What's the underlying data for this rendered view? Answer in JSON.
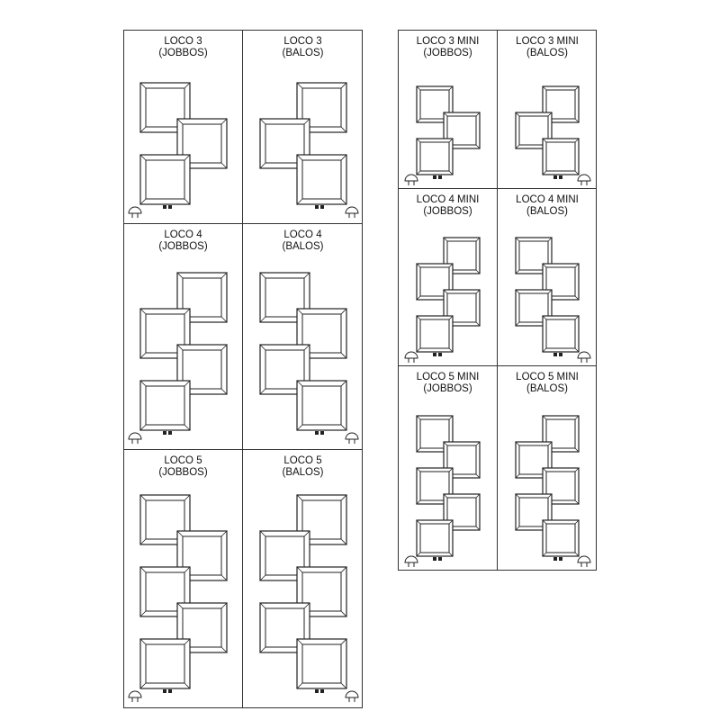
{
  "standard": {
    "cells": [
      {
        "name": "LOCO 3",
        "variant": "(JOBBOS)"
      },
      {
        "name": "LOCO 3",
        "variant": "(BALOS)"
      },
      {
        "name": "LOCO 4",
        "variant": "(JOBBOS)"
      },
      {
        "name": "LOCO 4",
        "variant": "(BALOS)"
      },
      {
        "name": "LOCO 5",
        "variant": "(JOBBOS)"
      },
      {
        "name": "LOCO 5",
        "variant": "(BALOS)"
      }
    ]
  },
  "mini": {
    "cells": [
      {
        "name": "LOCO 3 MINI",
        "variant": "(JOBBOS)"
      },
      {
        "name": "LOCO 3 MINI",
        "variant": "(BALOS)"
      },
      {
        "name": "LOCO 4 MINI",
        "variant": "(JOBBOS)"
      },
      {
        "name": "LOCO 4 MINI",
        "variant": "(BALOS)"
      },
      {
        "name": "LOCO 5 MINI",
        "variant": "(JOBBOS)"
      },
      {
        "name": "LOCO 5 MINI",
        "variant": "(BALOS)"
      }
    ]
  }
}
